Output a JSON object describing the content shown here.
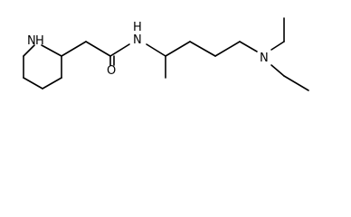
{
  "molecule": {
    "atom_labels": {
      "ring_nitrogen": "N",
      "ring_hydrogen": "H",
      "amide_nitrogen": "N",
      "amide_hydrogen": "H",
      "carbonyl_oxygen": "O",
      "amine_nitrogen": "N"
    }
  }
}
